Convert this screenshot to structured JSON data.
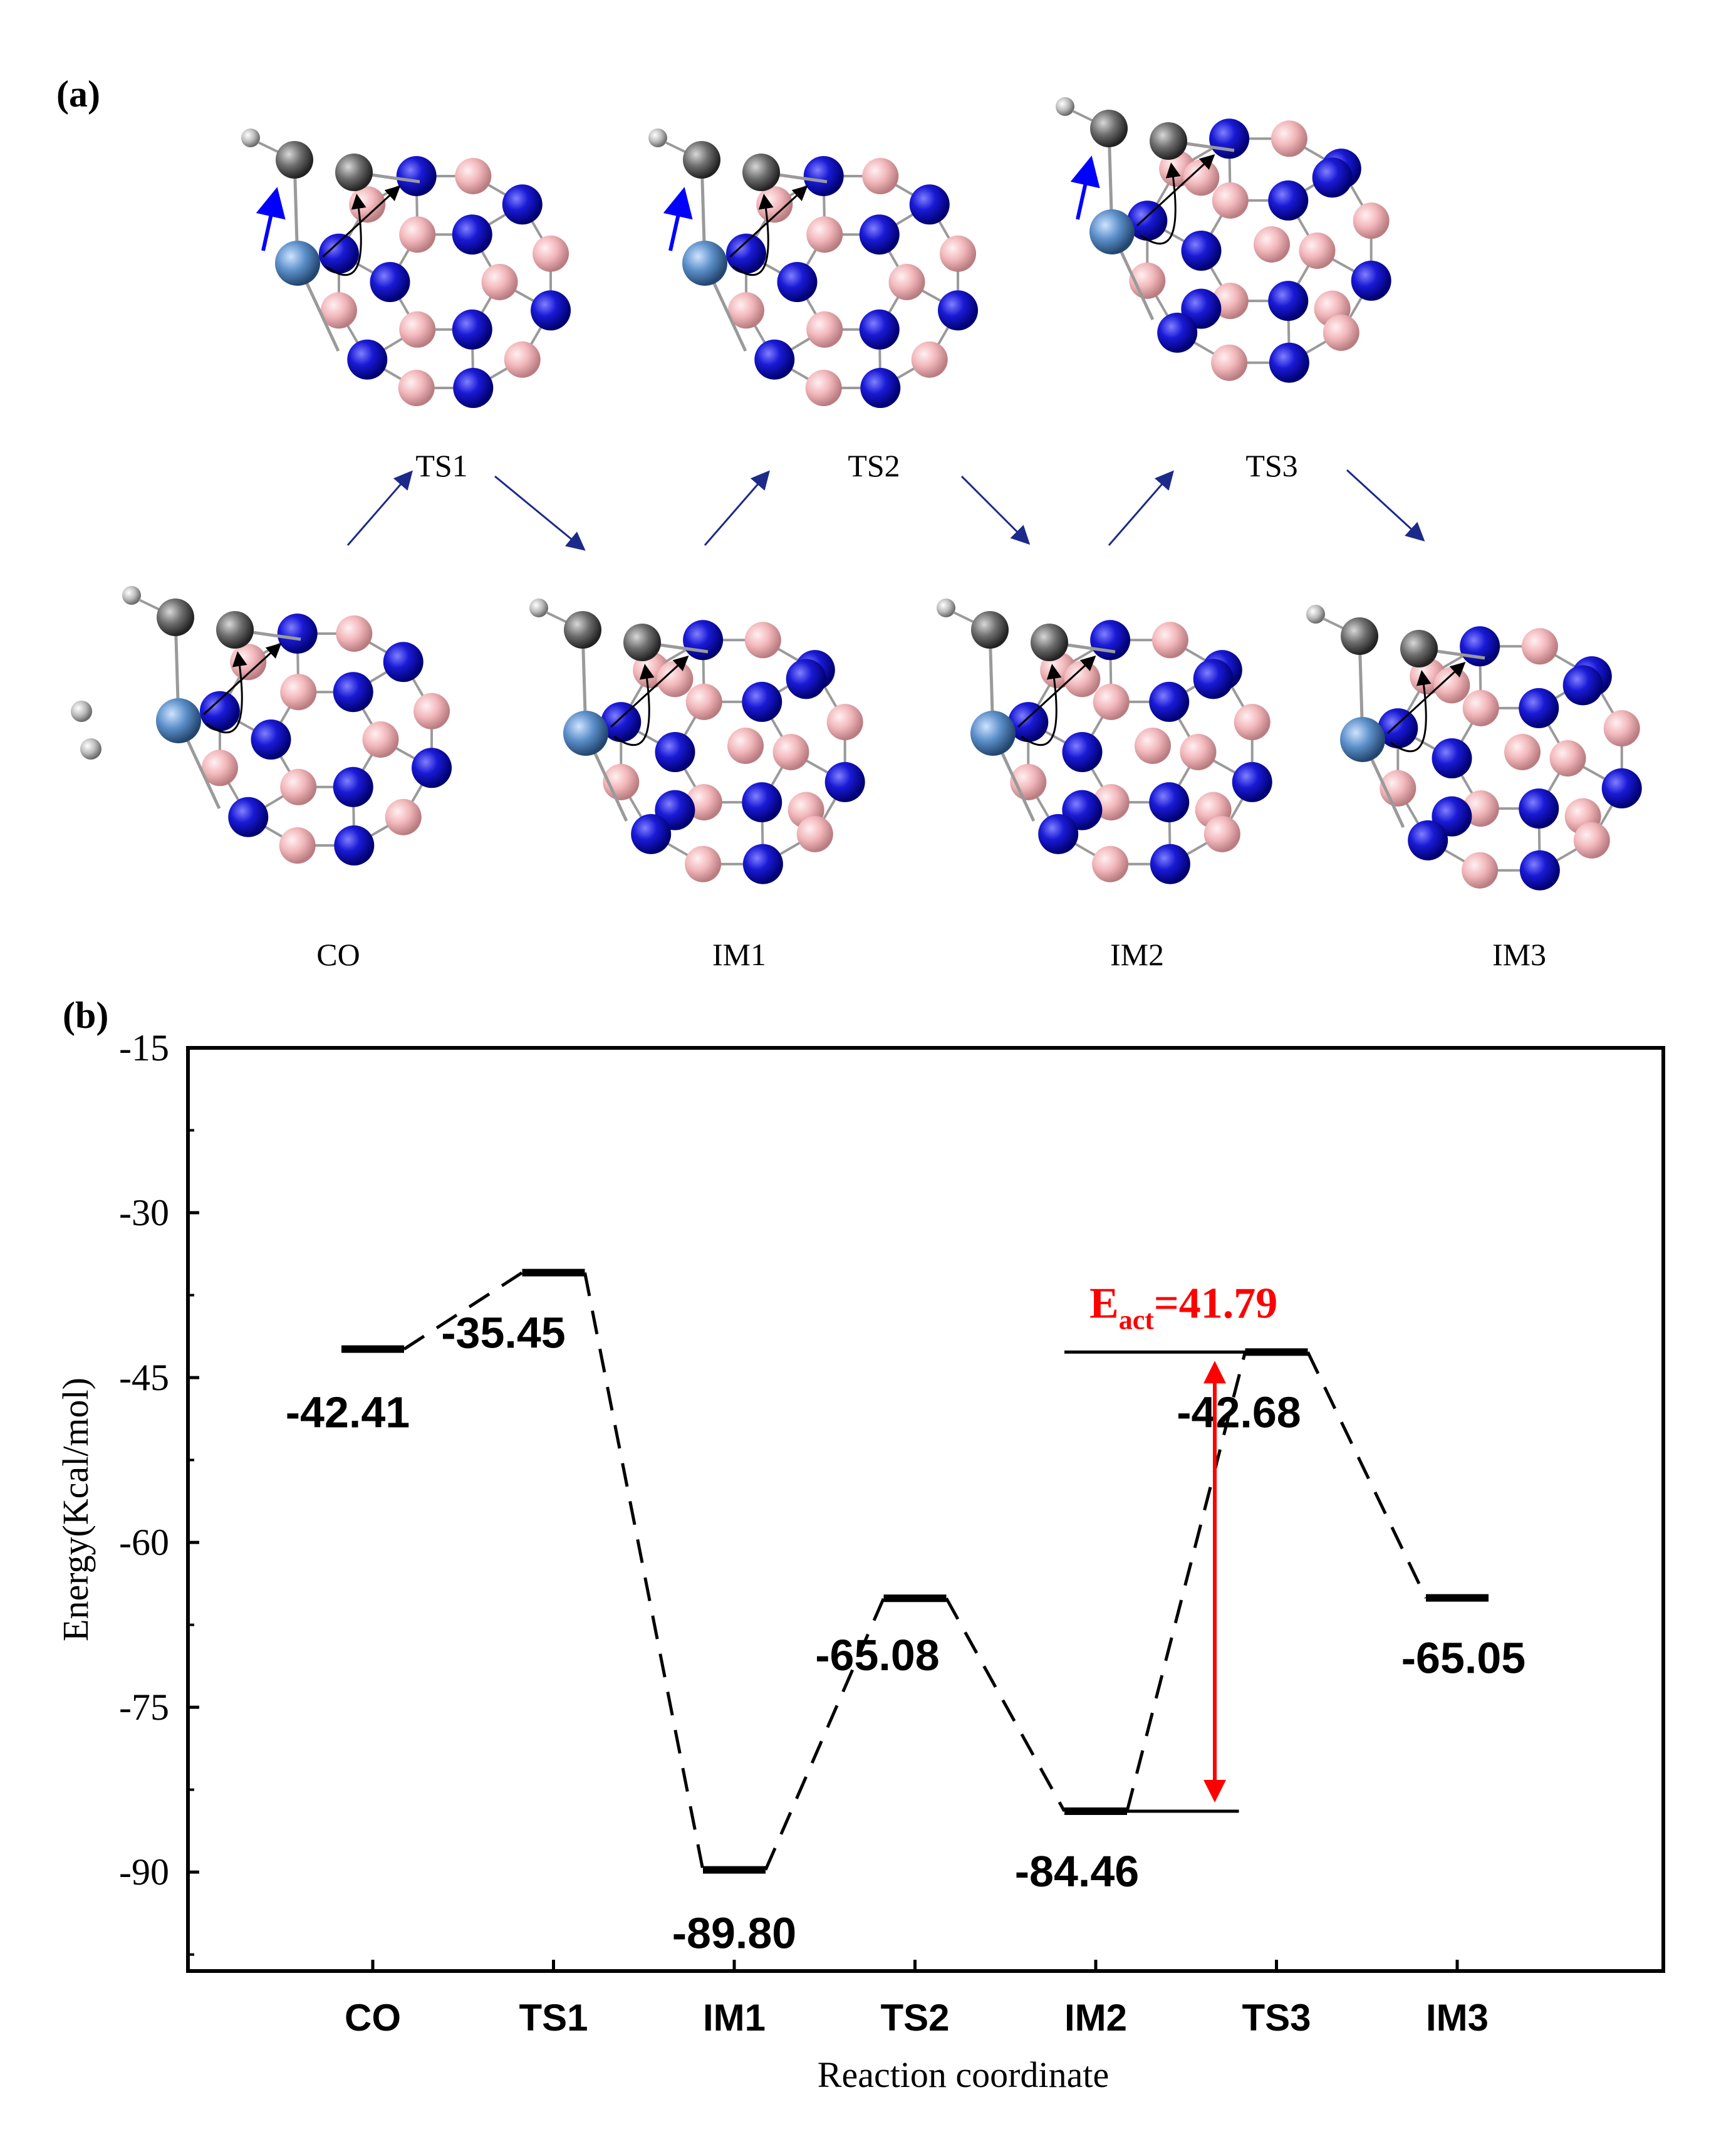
{
  "panel_a_label": "(a)",
  "panel_b_label": "(b)",
  "structures": [
    "TS1",
    "TS2",
    "TS3",
    "CO",
    "IM1",
    "IM2",
    "IM3"
  ],
  "colors": {
    "N": "#1a1ad6",
    "B": "#f2b8bc",
    "C": "#6e6e6e",
    "H": "#bcbcbc",
    "metal": "#5b8fc9",
    "vector": "#0000ff",
    "arrow": "#1c2a8a",
    "eact": "#ff0000"
  },
  "chart_data": {
    "type": "energy_profile",
    "categories": [
      "CO",
      "TS1",
      "IM1",
      "TS2",
      "IM2",
      "TS3",
      "IM3"
    ],
    "values": [
      -42.41,
      -35.45,
      -89.8,
      -65.08,
      -84.46,
      -42.68,
      -65.05
    ],
    "value_labels": [
      "-42.41",
      "-35.45",
      "-89.80",
      "-65.08",
      "-84.46",
      "-42.68",
      "-65.05"
    ],
    "xlabel": "Reaction coordinate",
    "ylabel": "Energy(Kcal/mol)",
    "ylim": [
      -99,
      -15
    ],
    "yticks": [
      -15,
      -30,
      -45,
      -60,
      -75,
      -90
    ],
    "yticklabels": [
      "-15",
      "-30",
      "-45",
      "-60",
      "-75",
      "-90"
    ],
    "annotation": {
      "prefix": "E",
      "subscript": "act",
      "text": "=41.79",
      "from": "IM2",
      "to": "TS3"
    }
  }
}
